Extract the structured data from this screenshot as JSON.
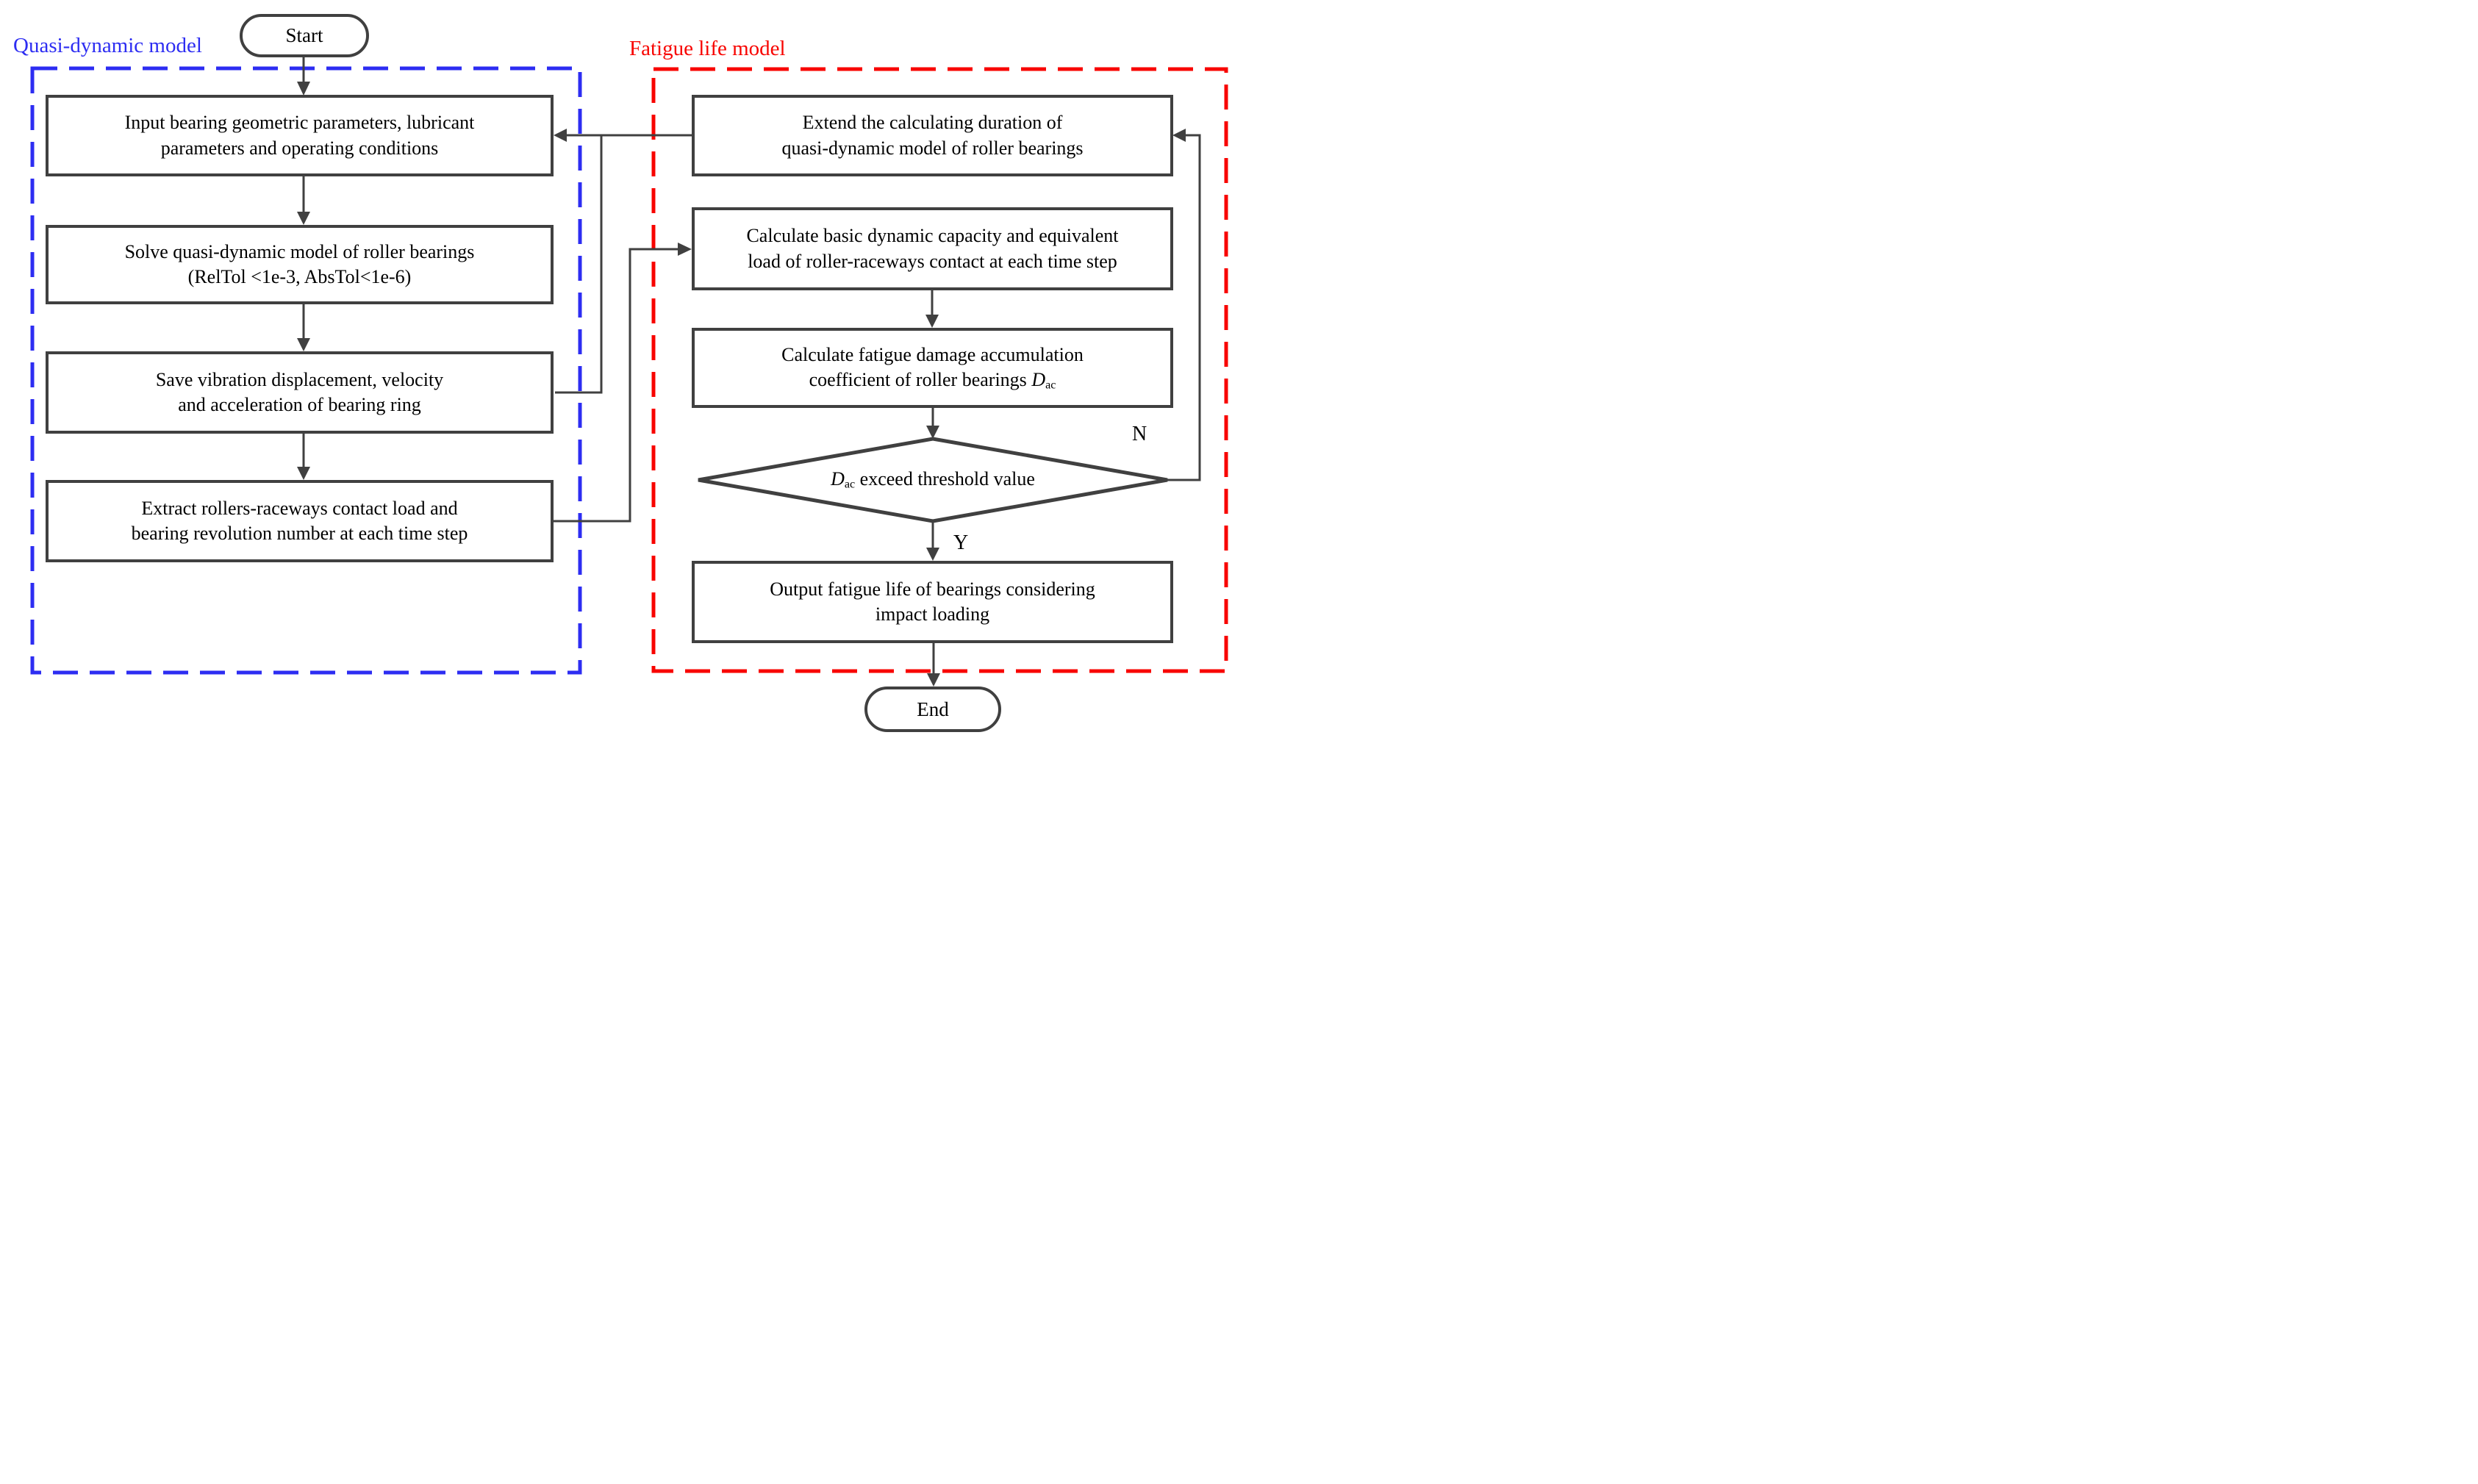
{
  "regions": {
    "quasi_dynamic_label": "Quasi-dynamic model",
    "fatigue_life_label": "Fatigue life model"
  },
  "terminals": {
    "start": "Start",
    "end": "End"
  },
  "boxes": {
    "input": {
      "line1": "Input bearing geometric parameters, lubricant",
      "line2": "parameters and operating conditions"
    },
    "solve": {
      "line1": "Solve quasi-dynamic model of roller bearings",
      "line2": "(RelTol <1e-3, AbsTol<1e-6)"
    },
    "save": {
      "line1": "Save vibration displacement,  velocity",
      "line2": "and  acceleration of bearing ring"
    },
    "extract": {
      "line1": "Extract  rollers-raceways contact load and",
      "line2": "bearing revolution number at each time step"
    },
    "extend": {
      "line1": "Extend the calculating duration of",
      "line2": "quasi-dynamic model of roller bearings"
    },
    "calc_basic": {
      "line1": "Calculate basic dynamic capacity and equivalent",
      "line2": "load of roller-raceways contact at each time step"
    },
    "calc_fatigue": {
      "line1": "Calculate fatigue damage accumulation",
      "line2_prefix": "coefficient of roller bearings ",
      "var": "D",
      "sub": "ac"
    },
    "output": {
      "line1": "Output fatigue life of bearings considering",
      "line2": "impact loading"
    }
  },
  "decision": {
    "var": "D",
    "sub": "ac",
    "rest": " exceed threshold value"
  },
  "branch_labels": {
    "no": "N",
    "yes": "Y"
  },
  "colors": {
    "blue_accent": "#2d2df2",
    "red_accent": "#f80400",
    "line_gray": "#404040",
    "text_black": "#000000"
  }
}
